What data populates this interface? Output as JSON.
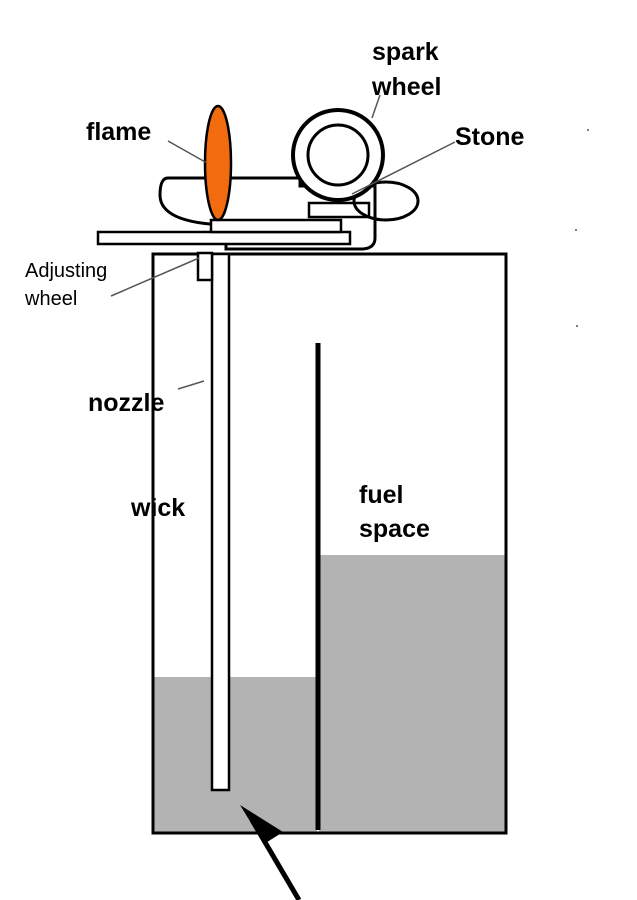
{
  "labels": {
    "spark_wheel_line1": "spark",
    "spark_wheel_line2": "wheel",
    "flame": "flame",
    "stone": "Stone",
    "adjusting_line1": "Adjusting",
    "adjusting_line2": "wheel",
    "nozzle": "nozzle",
    "wick": "wick",
    "fuel_space_line1": "fuel",
    "fuel_space_line2": "space"
  },
  "colors": {
    "flame": "#f26b0f",
    "fuel": "#b3b3b3",
    "outline": "#000000",
    "leader": "#555555",
    "background": "#ffffff"
  }
}
